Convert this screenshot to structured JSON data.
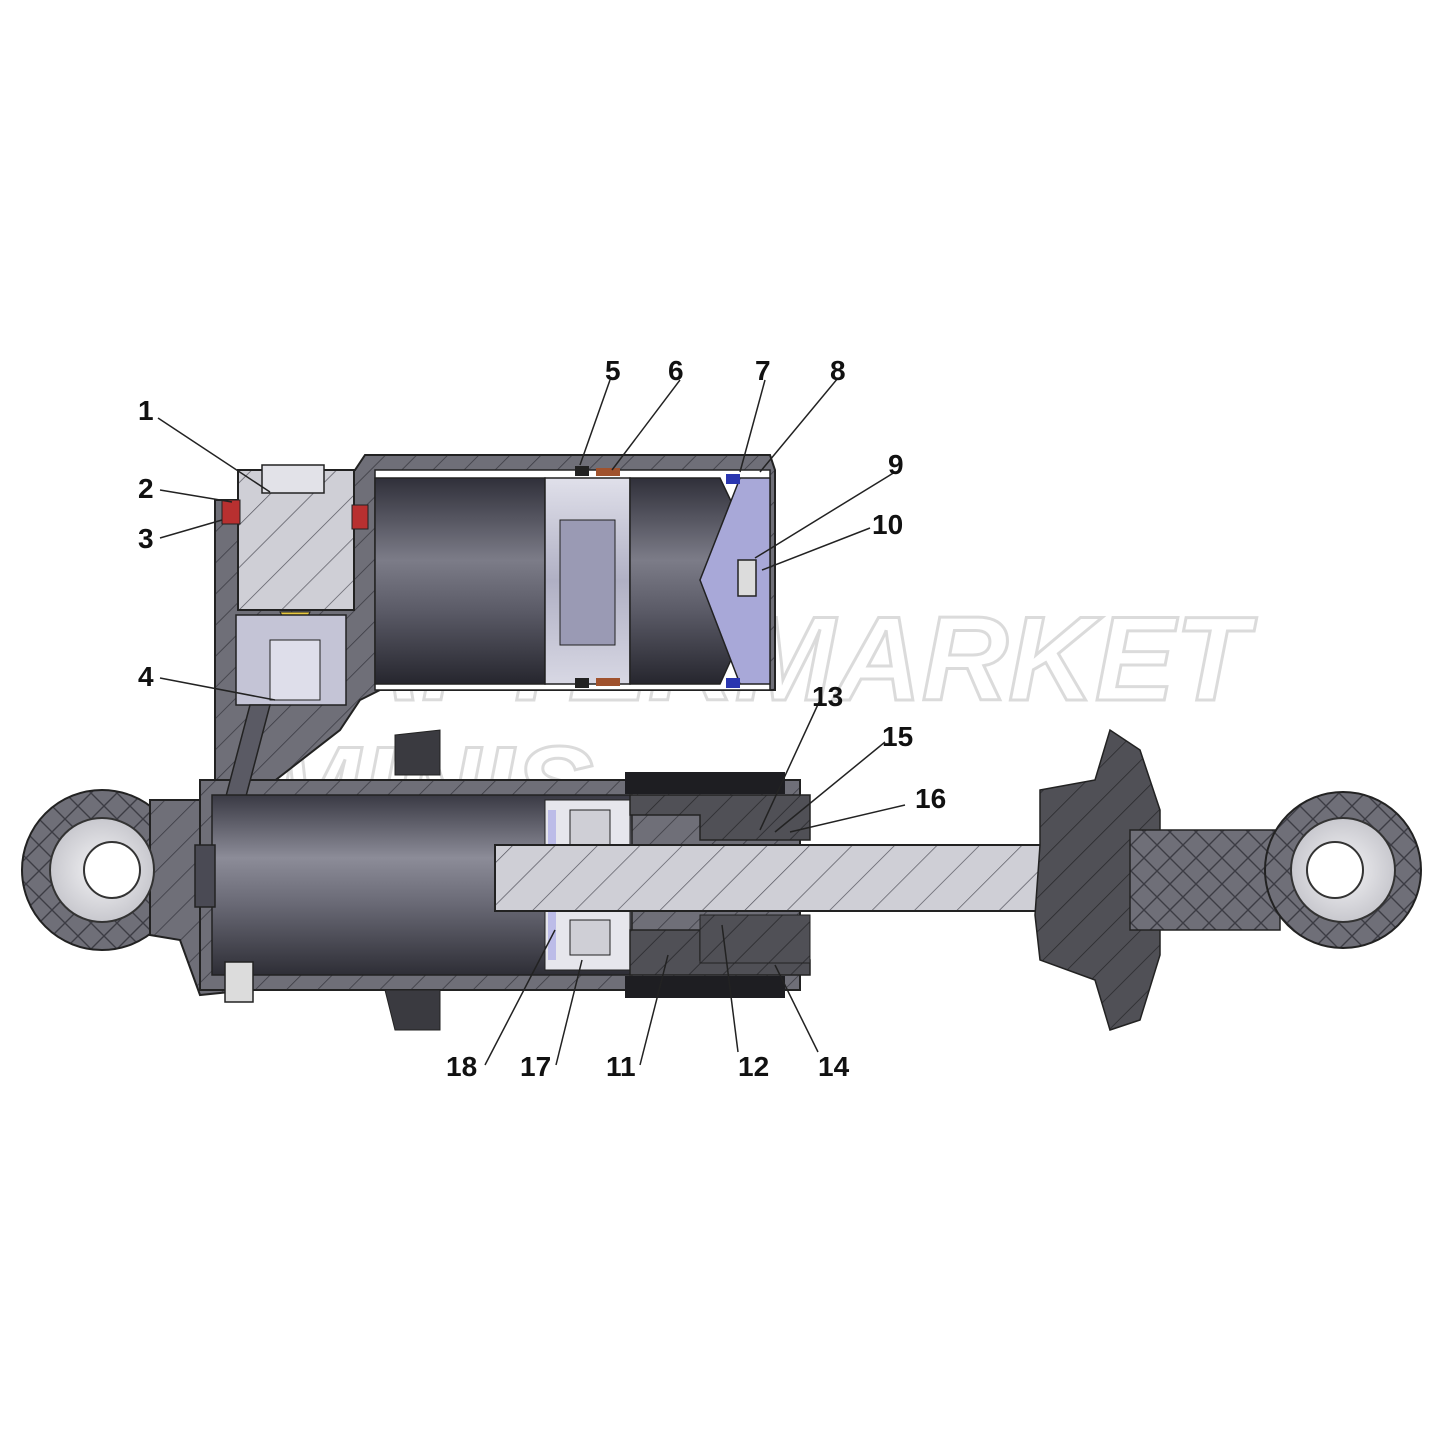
{
  "diagram": {
    "callouts": [
      "1",
      "2",
      "3",
      "4",
      "5",
      "6",
      "7",
      "8",
      "9",
      "10",
      "11",
      "12",
      "13",
      "14",
      "15",
      "16",
      "17",
      "18"
    ]
  },
  "watermark": {
    "line1": "AFTERMARKET",
    "line2": "MINIS"
  },
  "colors": {
    "housing": "#6f6f78",
    "housing_dark": "#4c4c55",
    "cylinder": "#5a5a64",
    "light_part": "#d6d6de",
    "rod": "#c9c9cf",
    "rubber": "#4a4a4a",
    "oring_red": "#b83030",
    "seal_blue": "#2a36b0",
    "seal_brown": "#a0522d",
    "seal_yellow": "#e8c840",
    "lavender": "#bcbce8"
  }
}
